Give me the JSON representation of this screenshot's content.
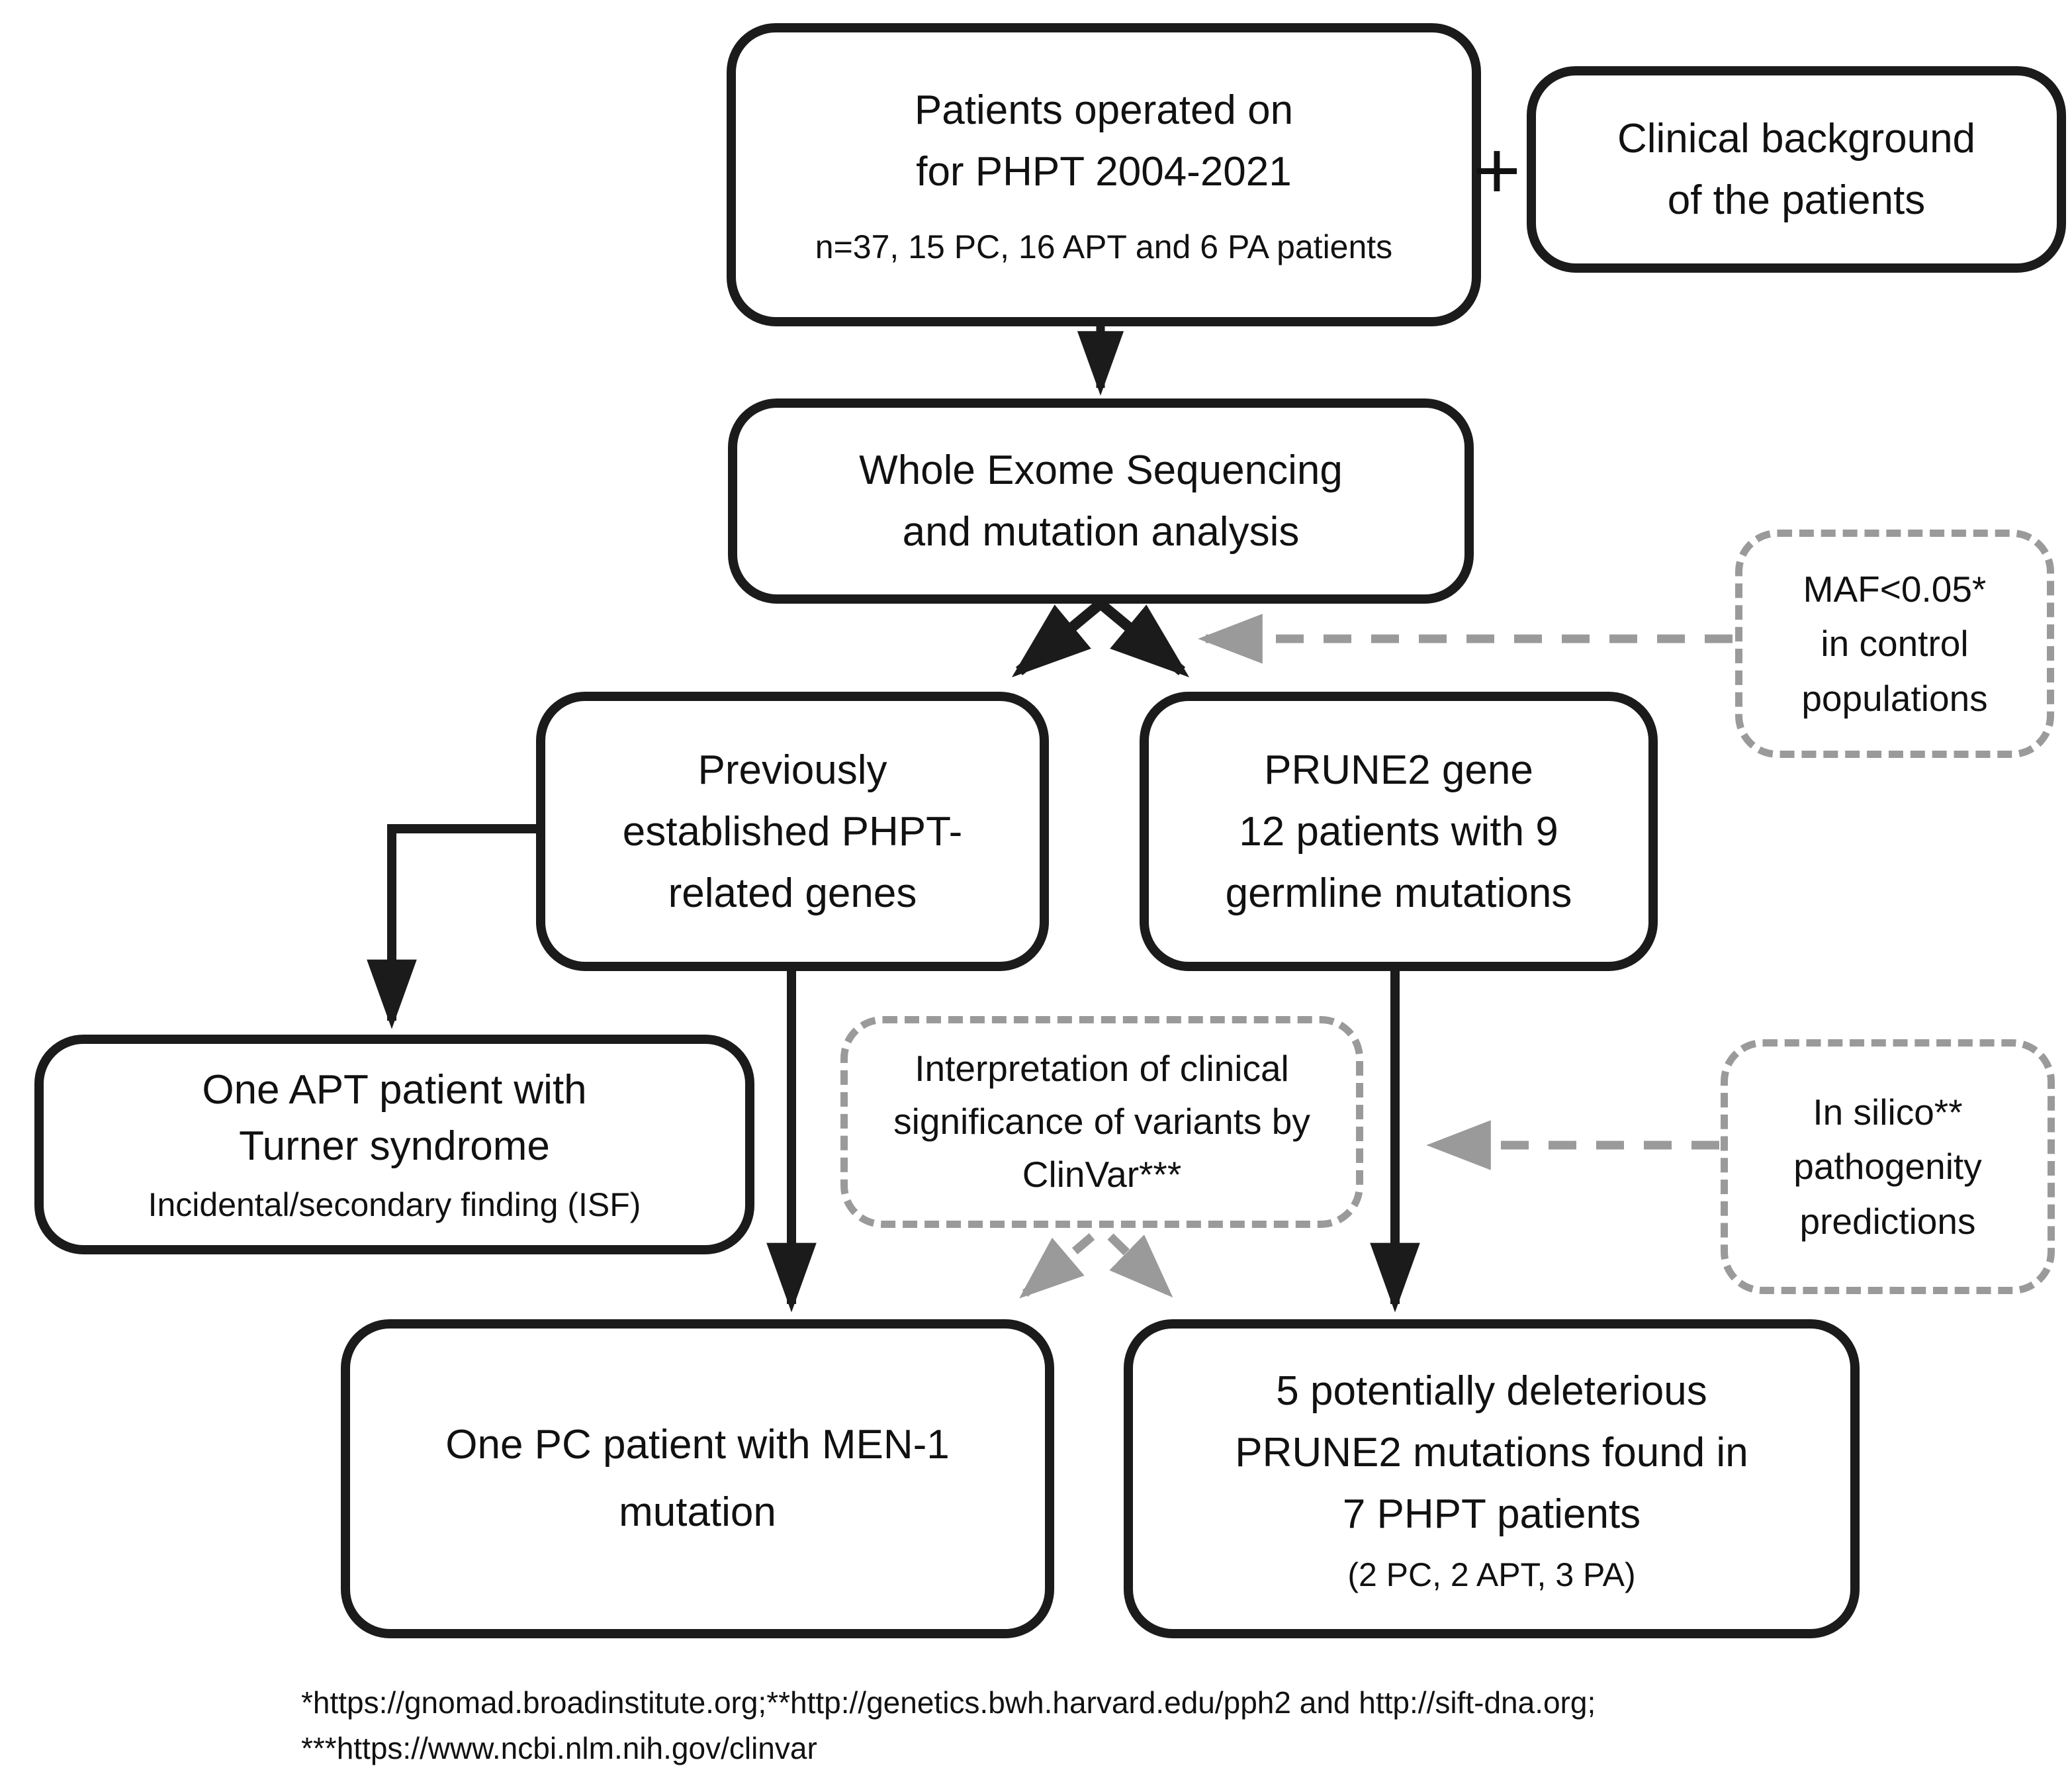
{
  "diagram": {
    "title": "PHPT whole exome sequencing study flowchart",
    "boxes": {
      "patients": {
        "line1": "Patients operated on",
        "line2": "for PHPT 2004-2021",
        "line3": "n=37, 15 PC, 16 APT and 6 PA patients"
      },
      "plus": "+",
      "clinical": {
        "line1": "Clinical background",
        "line2": "of the patients"
      },
      "wes": {
        "line1": "Whole Exome Sequencing",
        "line2": "and mutation analysis"
      },
      "maf": {
        "line1": "MAF<0.05*",
        "line2": "in control",
        "line3": "populations"
      },
      "prev": {
        "line1": "Previously",
        "line2": "established PHPT-",
        "line3": "related genes"
      },
      "prune2": {
        "line1": "PRUNE2 gene",
        "line2": "12 patients with 9",
        "line3": "germline mutations"
      },
      "apt": {
        "line1": "One APT patient with",
        "line2": "Turner syndrome",
        "line3": "Incidental/secondary finding (ISF)"
      },
      "clinvar": {
        "line1": "Interpretation of clinical",
        "line2": "significance of variants by",
        "line3": "ClinVar***"
      },
      "insilico": {
        "line1": "In silico**",
        "line2": "pathogenity",
        "line3": "predictions"
      },
      "pc": {
        "line1": "One PC patient with MEN-1",
        "line2": "mutation"
      },
      "result": {
        "line1": "5 potentially deleterious",
        "line2": "PRUNE2 mutations found in",
        "line3": "7 PHPT patients",
        "line4": "(2 PC, 2 APT, 3 PA)"
      }
    },
    "footnotes": {
      "line1": "*https://gnomad.broadinstitute.org;**http://genetics.bwh.harvard.edu/pph2 and http://sift-dna.org;",
      "line2": "***https://www.ncbi.nlm.nih.gov/clinvar"
    },
    "colors": {
      "box_border": "#1b1b1b",
      "text": "#111111",
      "dashed_gray": "#9a9a9a",
      "background": "#ffffff"
    }
  }
}
